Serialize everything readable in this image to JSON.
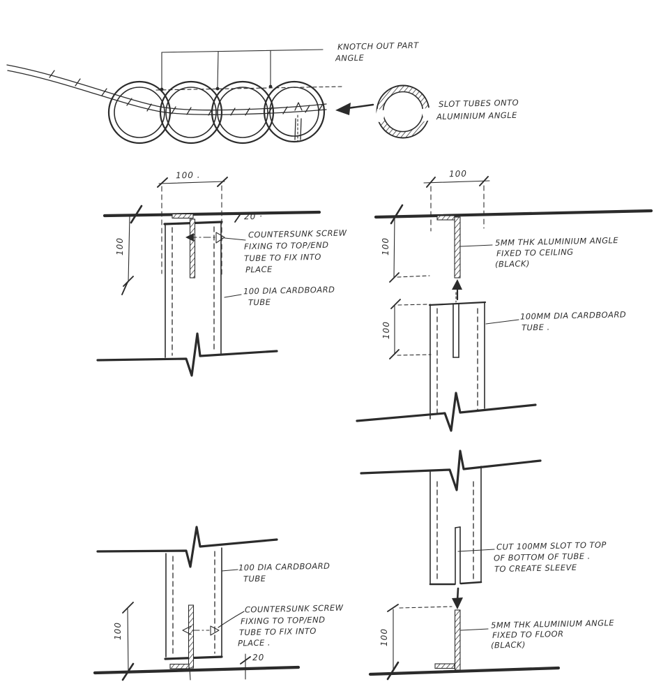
{
  "colors": {
    "ink": "#2b2b2b",
    "paper": "#ffffff"
  },
  "plan": {
    "knockout_note": [
      "KNOTCH OUT PART",
      "ANGLE"
    ],
    "slot_note": [
      "SLOT TUBES ONTO",
      "ALUMINIUM ANGLE"
    ]
  },
  "top_left": {
    "dim_width": "100 .",
    "dim_gap": "20 ·",
    "dim_height": "100",
    "screw_note": [
      "COUNTERSUNK SCREW",
      "FIXING TO TOP/END",
      "TUBE TO FIX INTO",
      "PLACE"
    ],
    "tube_note": [
      "100 DIA CARDBOARD",
      "TUBE"
    ]
  },
  "top_right": {
    "dim_width": "100",
    "dim_height": "100",
    "angle_note": [
      "5MM THK ALUMINIUM ANGLE",
      "FIXED TO CEILING",
      "(BLACK)"
    ],
    "tube_dim_height": "100",
    "tube_note": [
      "100MM DIA CARDBOARD",
      "TUBE ."
    ],
    "slot_note": [
      "CUT 100MM SLOT TO TOP",
      "OF BOTTOM OF TUBE .",
      "TO CREATE SLEEVE"
    ]
  },
  "bottom_left": {
    "tube_note": [
      "100 DIA CARDBOARD",
      "TUBE"
    ],
    "screw_note": [
      "COUNTERSUNK SCREW",
      "FIXING TO TOP/END",
      "TUBE TO FIX INTO",
      "PLACE ."
    ],
    "dim_height": "100",
    "dim_gap": "20"
  },
  "bottom_right": {
    "dim_height": "100",
    "angle_note": [
      "5MM THK ALUMINIUM ANGLE",
      "FIXED TO FLOOR",
      "(BLACK)"
    ]
  }
}
